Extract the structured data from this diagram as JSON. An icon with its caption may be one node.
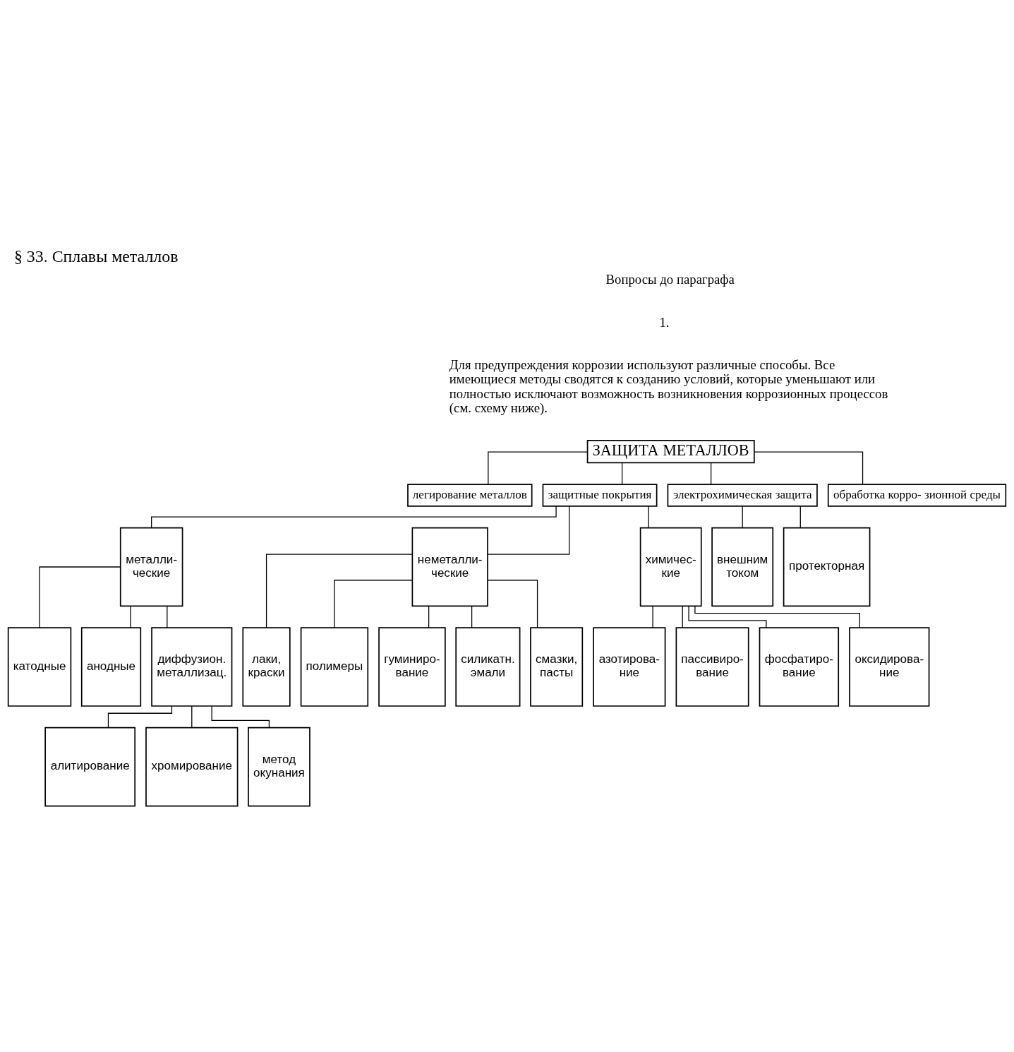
{
  "diagram": {
    "title": "§ 33. Сплавы металлов",
    "nodes": [
      {
        "text": [
          "ЗАЩИТА МЕТАЛЛОВ"
        ]
      },
      {
        "text": [
          "легирование металлов"
        ]
      },
      {
        "text": [
          "защитные покрытия"
        ]
      },
      {
        "text": [
          "электрохимическая защита"
        ]
      },
      {
        "text": [
          "обработка корро- зионной среды"
        ]
      },
      {
        "text": [
          "металли- ческие"
        ]
      },
      {
        "text": [
          "неметалли- ческие"
        ]
      },
      {
        "text": [
          "химичес- кие"
        ]
      },
      {
        "text": [
          "внешним током"
        ]
      },
      {
        "text": [
          "протекторная"
        ]
      },
      {
        "text": [
          "катодные"
        ]
      },
      {
        "text": [
          "анодные"
        ]
      },
      {
        "text": [
          "диффузион. металлизац."
        ]
      },
      {
        "text": [
          "лаки, краски"
        ]
      },
      {
        "text": [
          "полимеры"
        ]
      },
      {
        "text": [
          "гуминиро- вание"
        ]
      },
      {
        "text": [
          "силикатн. эмали"
        ]
      },
      {
        "text": [
          "смазки, пасты"
        ]
      },
      {
        "text": [
          "азотирова- ние"
        ]
      },
      {
        "text": [
          "пассивиро- вание"
        ]
      },
      {
        "text": [
          "фосфатиро- вание"
        ]
      },
      {
        "text": [
          "оксидирова- ние"
        ]
      },
      {
        "text": [
          "алитирование"
        ]
      },
      {
        "text": [
          "хромирование"
        ]
      },
      {
        "text": [
          "метод окунания"
        ]
      }
    ],
    "edges": [
      {
        "from": 0,
        "to": 1,
        "arrow": "none"
      },
      {
        "from": 0,
        "to": 2,
        "arrow": "none"
      },
      {
        "from": 0,
        "to": 3,
        "arrow": "none"
      },
      {
        "from": 0,
        "to": 4,
        "arrow": "none"
      },
      {
        "from": 2,
        "to": 5,
        "arrow": "none"
      },
      {
        "from": 2,
        "to": 6,
        "arrow": "none"
      },
      {
        "from": 2,
        "to": 7,
        "arrow": "none"
      },
      {
        "from": 3,
        "to": 8,
        "arrow": "none"
      },
      {
        "from": 3,
        "to": 9,
        "arrow": "none"
      },
      {
        "from": 5,
        "to": 10,
        "arrow": "none"
      },
      {
        "from": 5,
        "to": 11,
        "arrow": "none"
      },
      {
        "from": 5,
        "to": 12,
        "arrow": "none"
      },
      {
        "from": 6,
        "to": 13,
        "arrow": "none"
      },
      {
        "from": 6,
        "to": 14,
        "arrow": "none"
      },
      {
        "from": 6,
        "to": 15,
        "arrow": "none"
      },
      {
        "from": 6,
        "to": 16,
        "arrow": "none"
      },
      {
        "from": 6,
        "to": 17,
        "arrow": "none"
      },
      {
        "from": 7,
        "to": 18,
        "arrow": "none"
      },
      {
        "from": 7,
        "to": 19,
        "arrow": "none"
      },
      {
        "from": 7,
        "to": 20,
        "arrow": "none"
      },
      {
        "from": 7,
        "to": 21,
        "arrow": "none"
      },
      {
        "from": 12,
        "to": 22,
        "arrow": "none"
      },
      {
        "from": 12,
        "to": 23,
        "arrow": "none"
      },
      {
        "from": 12,
        "to": 24,
        "arrow": "none"
      }
    ],
    "labels": [
      "Вопросы до параграфа",
      "1.",
      "Для предупреждения коррозии используют различные способы. Все имеющиеся методы сводятся к созданию условий, которые уменьшают или полностью исключают возможность возникновения коррозионных процессов (см. схему ниже)."
    ]
  }
}
